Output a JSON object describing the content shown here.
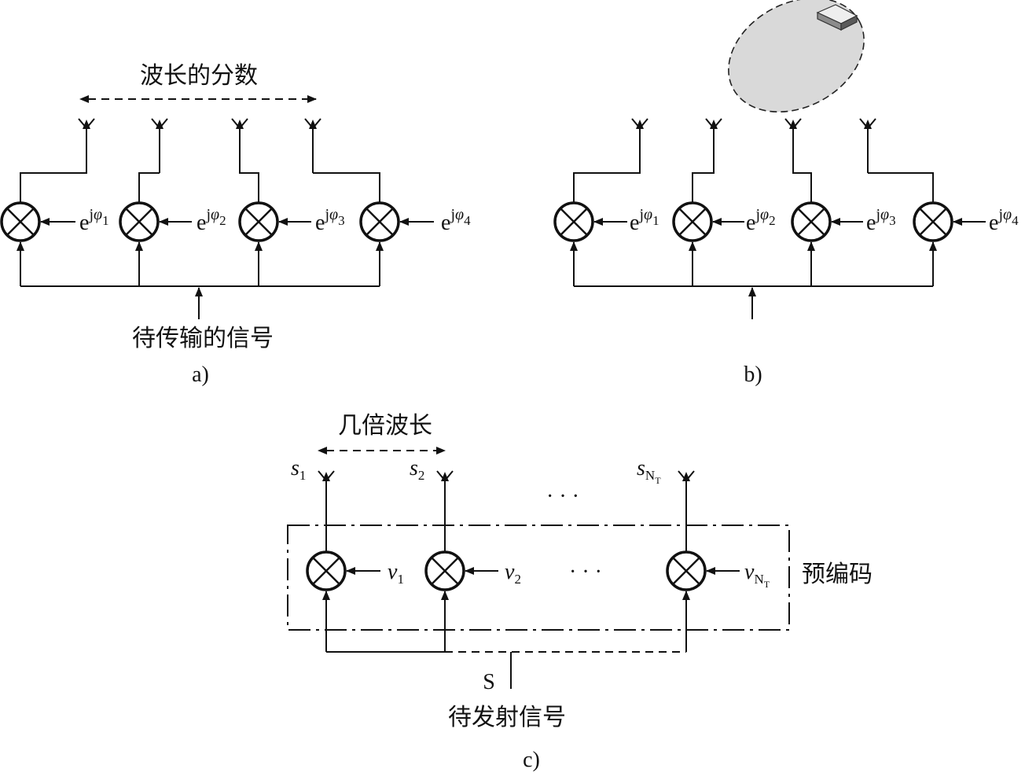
{
  "panel_a": {
    "top_label": "波长的分数",
    "bottom_label": "待传输的信号",
    "caption": "a)",
    "phase_base": "e",
    "phase_j": "j",
    "phase_phi": "φ",
    "phase_subs": [
      "1",
      "2",
      "3",
      "4"
    ]
  },
  "panel_b": {
    "caption": "b)",
    "phase_base": "e",
    "phase_j": "j",
    "phase_phi": "φ",
    "phase_subs": [
      "1",
      "2",
      "3",
      "4"
    ]
  },
  "panel_c": {
    "top_label": "几倍波长",
    "out_labels": [
      {
        "main": "s",
        "sub": "1"
      },
      {
        "main": "s",
        "sub": "2"
      },
      {
        "main": "s",
        "sub": "N",
        "subsub": "T"
      }
    ],
    "weight_labels": [
      {
        "main": "v",
        "sub": "1"
      },
      {
        "main": "v",
        "sub": "2"
      },
      {
        "main": "v",
        "sub": "N",
        "subsub": "T"
      }
    ],
    "ellipsis": "· · ·",
    "box_label": "预编码",
    "input_symbol": "S",
    "bottom_label": "待发射信号",
    "caption": "c)"
  },
  "colors": {
    "line": "#111111",
    "beam": "#d9d9d9"
  }
}
